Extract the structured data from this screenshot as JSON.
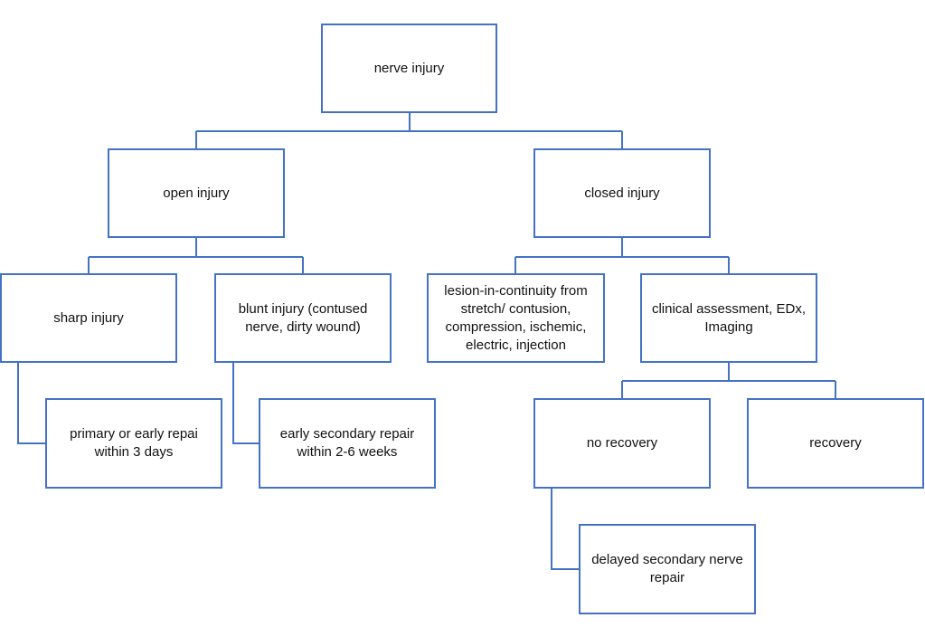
{
  "diagram": {
    "type": "flowchart",
    "line_color": "#4472c4",
    "nodes": {
      "nerve_injury": "nerve injury",
      "open_injury": "open injury",
      "closed_injury": "closed injury",
      "sharp_injury": "sharp injury",
      "blunt_injury": "blunt injury (contused nerve, dirty wound)",
      "lesion_in_continuity": "lesion-in-continuity from stretch/ contusion, compression, ischemic, electric, injection",
      "clinical_assessment": "clinical assessment, EDx, Imaging",
      "primary_repair": "primary or early repai within 3 days",
      "early_secondary_repair": "early secondary repair within 2-6 weeks",
      "no_recovery": "no recovery",
      "recovery": "recovery",
      "delayed_secondary_repair": "delayed secondary nerve repair"
    },
    "edges": [
      [
        "nerve_injury",
        "open_injury"
      ],
      [
        "nerve_injury",
        "closed_injury"
      ],
      [
        "open_injury",
        "sharp_injury"
      ],
      [
        "open_injury",
        "blunt_injury"
      ],
      [
        "closed_injury",
        "lesion_in_continuity"
      ],
      [
        "closed_injury",
        "clinical_assessment"
      ],
      [
        "sharp_injury",
        "primary_repair"
      ],
      [
        "blunt_injury",
        "early_secondary_repair"
      ],
      [
        "clinical_assessment",
        "no_recovery"
      ],
      [
        "clinical_assessment",
        "recovery"
      ],
      [
        "no_recovery",
        "delayed_secondary_repair"
      ]
    ]
  }
}
